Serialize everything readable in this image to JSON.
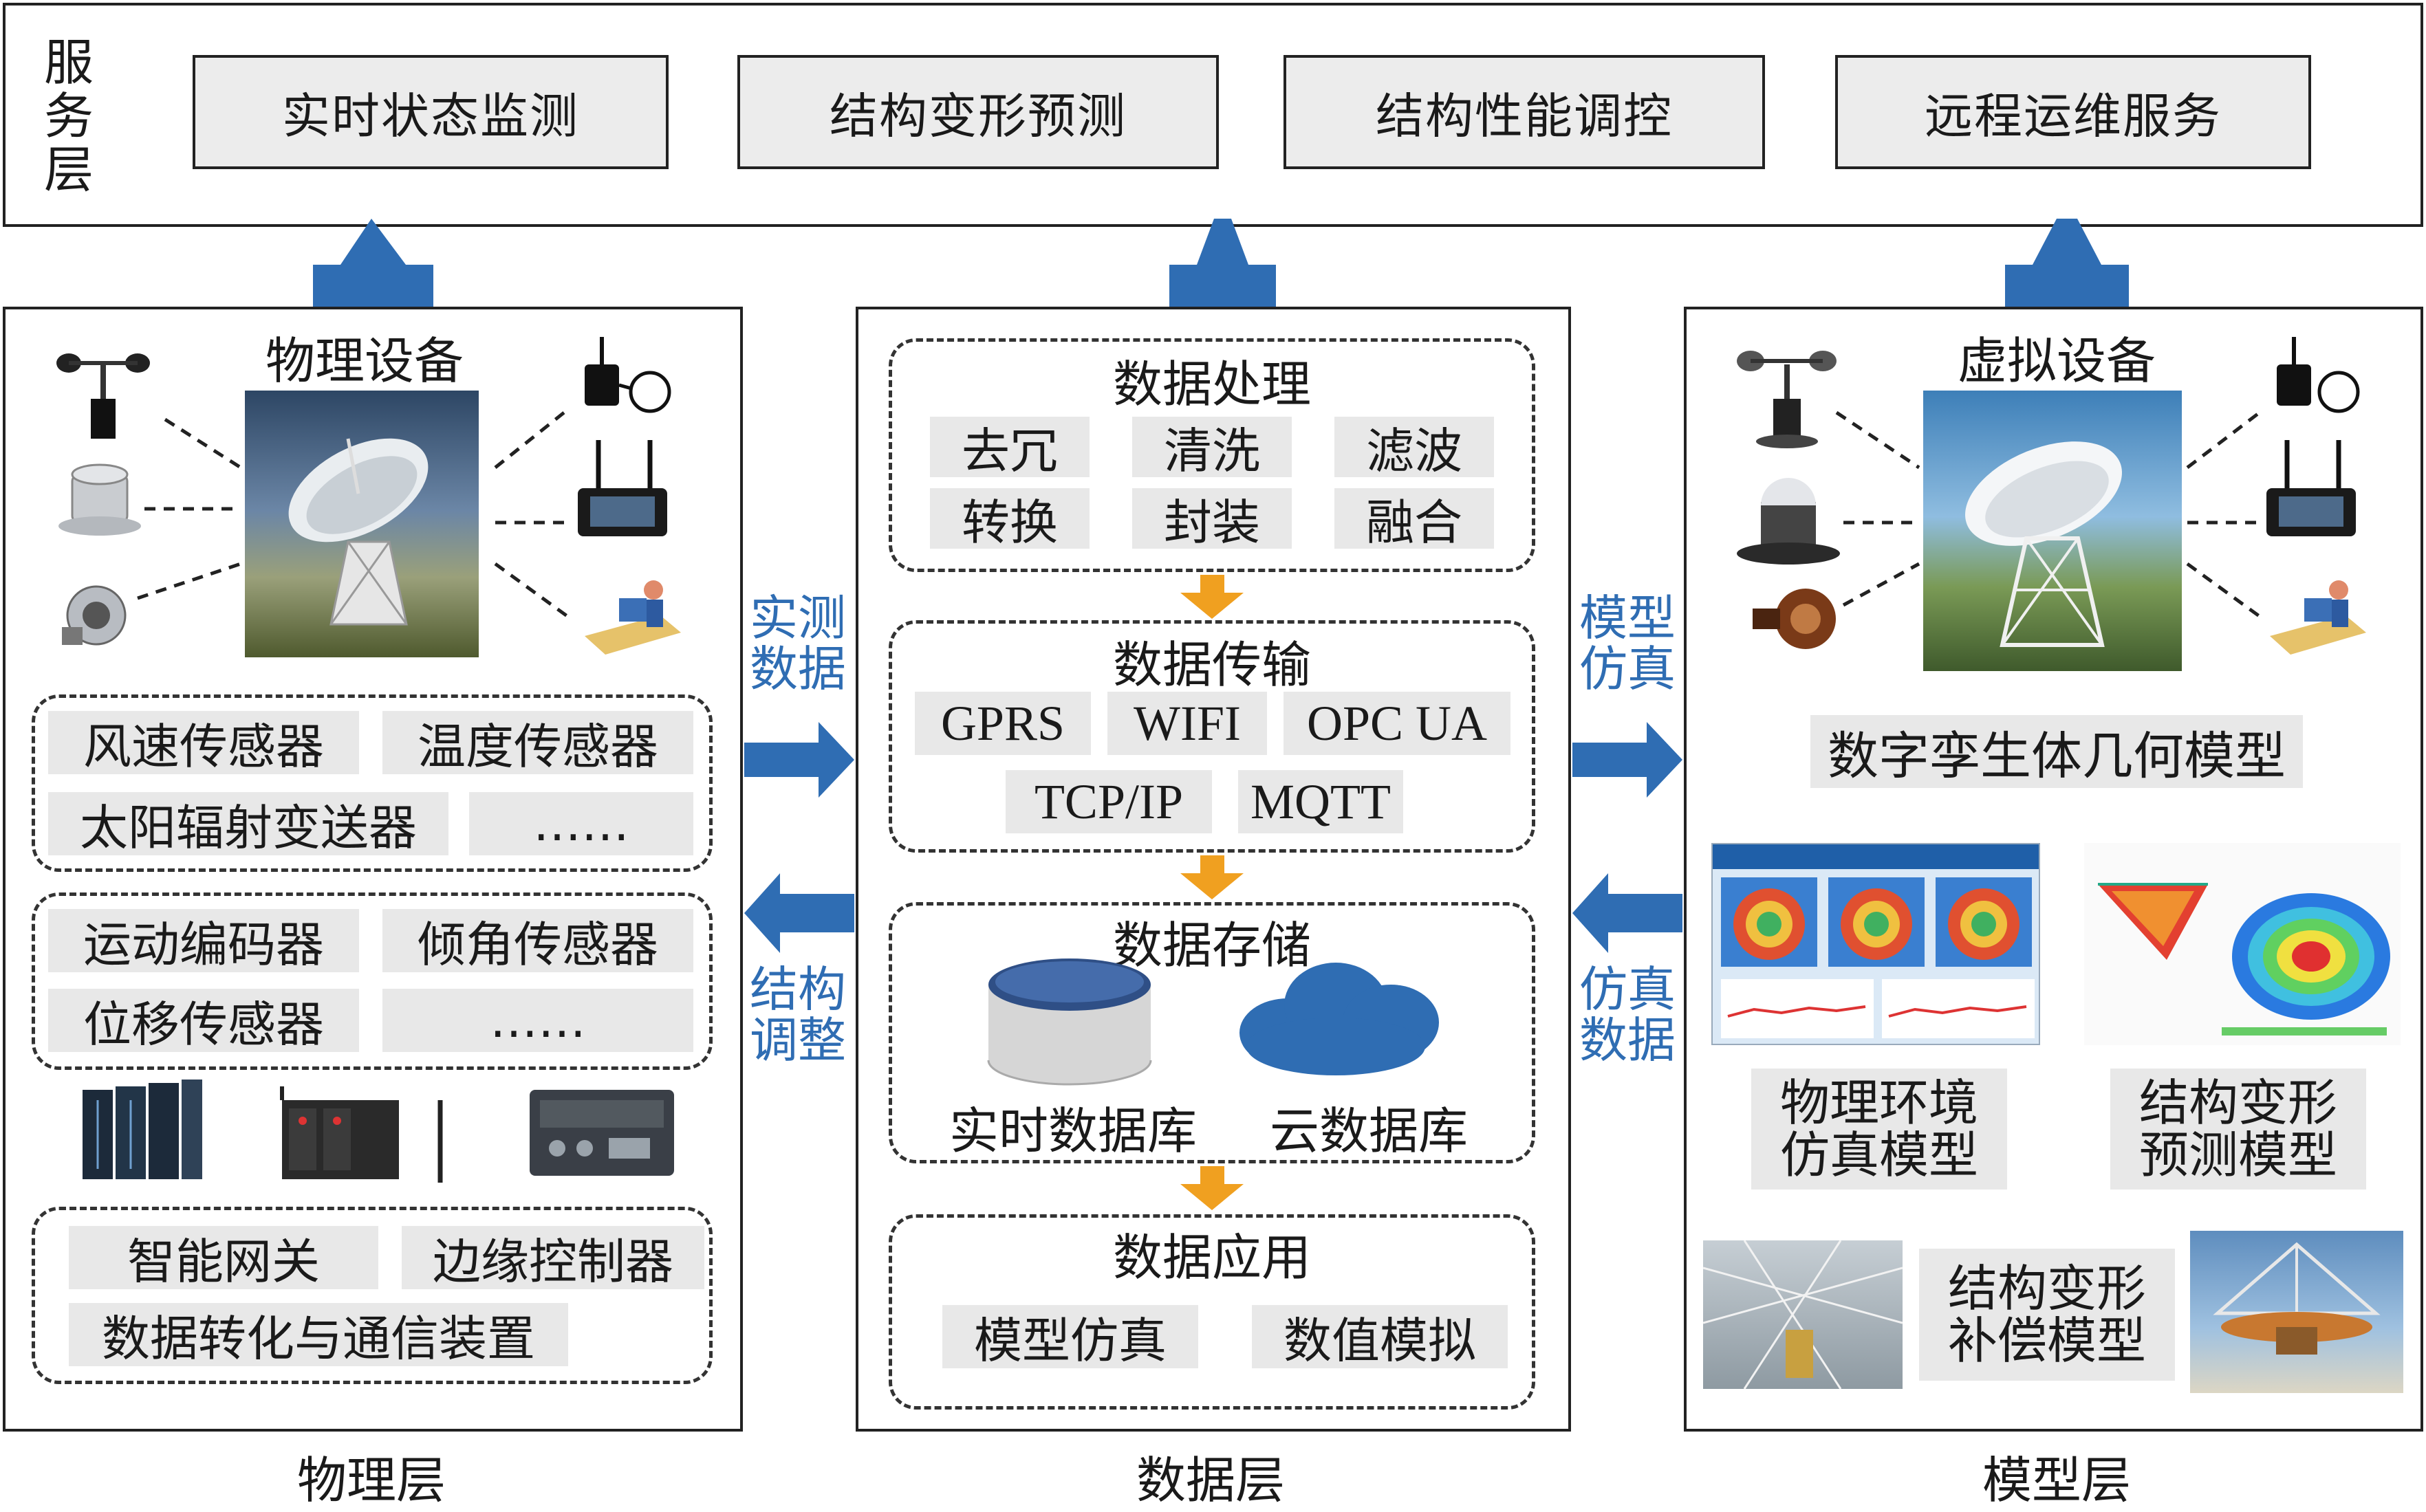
{
  "service_layer": {
    "label": "服务层",
    "items": [
      "实时状态监测",
      "结构变形预测",
      "结构性能调控",
      "远程运维服务"
    ]
  },
  "physical": {
    "title": "物理设备",
    "sensors_1": [
      "风速传感器",
      "温度传感器",
      "太阳辐射变送器",
      "……"
    ],
    "sensors_2": [
      "运动编码器",
      "倾角传感器",
      "位移传感器",
      "……"
    ],
    "gateway": [
      "智能网关",
      "边缘控制器",
      "数据转化与通信装置"
    ],
    "layer_label": "物理层"
  },
  "data": {
    "processing": {
      "title": "数据处理",
      "items": [
        "去冗",
        "清洗",
        "滤波",
        "转换",
        "封装",
        "融合"
      ]
    },
    "transmission": {
      "title": "数据传输",
      "items": [
        "GPRS",
        "WIFI",
        "OPC UA",
        "TCP/IP",
        "MQTT"
      ]
    },
    "storage": {
      "title": "数据存储",
      "items": [
        "实时数据库",
        "云数据库"
      ]
    },
    "application": {
      "title": "数据应用",
      "items": [
        "模型仿真",
        "数值模拟"
      ]
    },
    "layer_label": "数据层"
  },
  "model": {
    "title": "虚拟设备",
    "geometry": "数字孪生体几何模型",
    "env_model": [
      "物理环境",
      "仿真模型"
    ],
    "deform_model": [
      "结构变形",
      "预测模型"
    ],
    "comp_model": [
      "结构变形",
      "补偿模型"
    ],
    "layer_label": "模型层"
  },
  "flows": {
    "measured": [
      "实测",
      "数据"
    ],
    "adjust": [
      "结构",
      "调整"
    ],
    "model_sim": [
      "模型",
      "仿真"
    ],
    "sim_data": [
      "仿真",
      "数据"
    ]
  },
  "colors": {
    "arrow_blue": "#2f6db3",
    "arrow_orange": "#f0a020",
    "chip": "#e8e8e8"
  }
}
